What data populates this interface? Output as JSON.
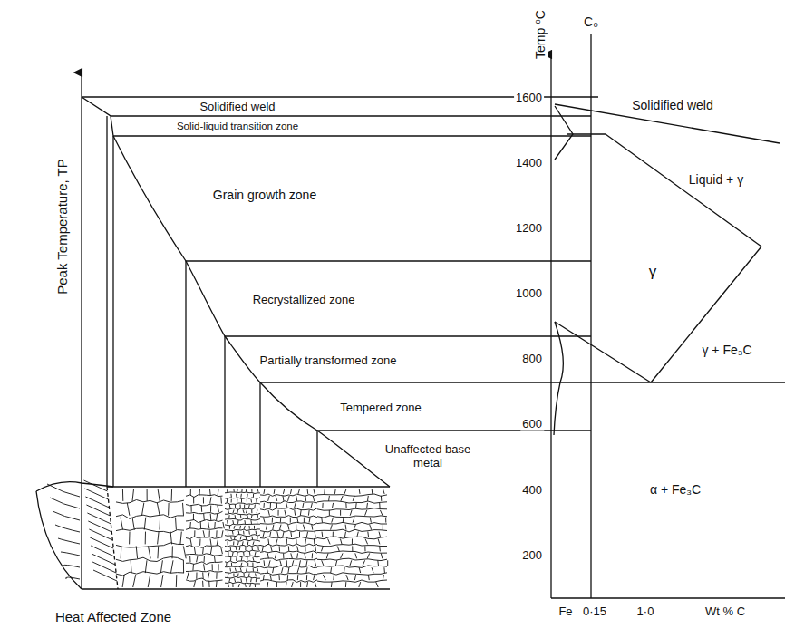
{
  "diagram": {
    "caption": "Heat Affected Zone",
    "labels": [
      "Peak Temperature, TP",
      "Solidified weld",
      "Solid-liquid transition zone",
      "Grain growth zone",
      "Recrystallized zone",
      "Partially transformed zone",
      "Tempered zone",
      "Unaffected base metal",
      "Temp ⁰C",
      "C₀",
      "1600",
      "1400",
      "1200",
      "1000",
      "800",
      "600",
      "400",
      "200",
      "Solidified weld",
      "Liquid + γ",
      "γ",
      "γ + Fe₃C",
      "α + Fe₃C",
      "Fe",
      "0·15",
      "1·0",
      "Wt % C"
    ]
  }
}
